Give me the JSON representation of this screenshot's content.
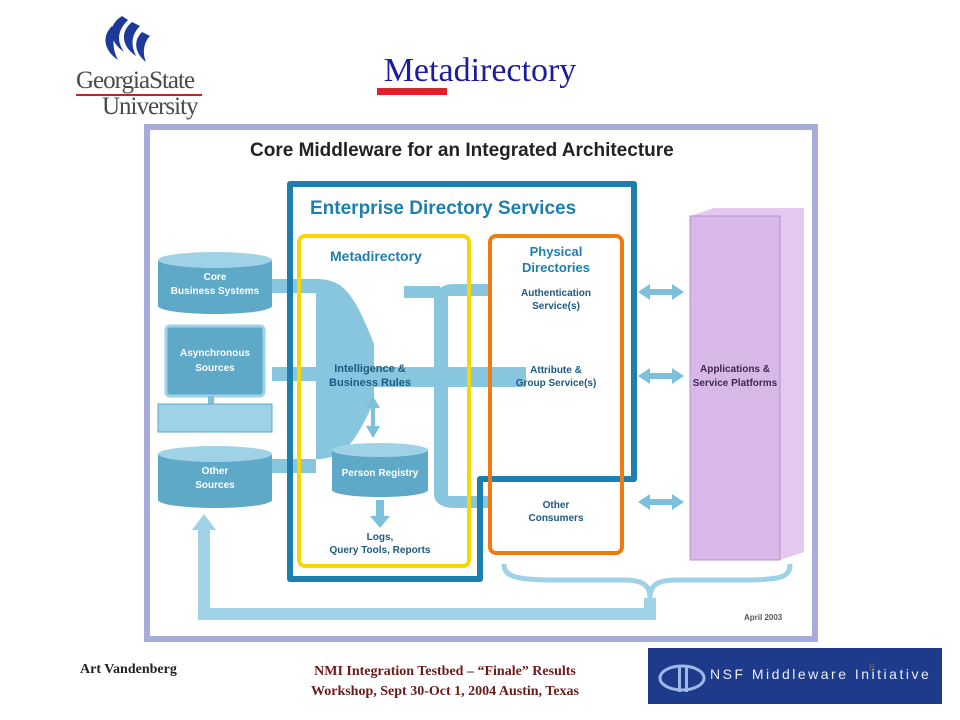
{
  "logo": {
    "line1": "GeorgiaState",
    "line2": "University"
  },
  "slide": {
    "title": "Metadirectory"
  },
  "diagram": {
    "title": "Core Middleware for an Integrated Architecture",
    "enterprise_label": "Enterprise Directory Services",
    "metadirectory_label": "Metadirectory",
    "physical_label_1": "Physical",
    "physical_label_2": "Directories",
    "sources": {
      "core_1": "Core",
      "core_2": "Business Systems",
      "async_1": "Asynchronous",
      "async_2": "Sources",
      "other_1": "Other",
      "other_2": "Sources"
    },
    "intelligence_1": "Intelligence &",
    "intelligence_2": "Business Rules",
    "person_registry": "Person Registry",
    "logs_1": "Logs,",
    "logs_2": "Query Tools, Reports",
    "auth_1": "Authentication",
    "auth_2": "Service(s)",
    "attr_1": "Attribute &",
    "attr_2": "Group Service(s)",
    "other_consumers_1": "Other",
    "other_consumers_2": "Consumers",
    "apps_1": "Applications &",
    "apps_2": "Service Platforms",
    "date": "April 2003"
  },
  "footer": {
    "author": "Art Vandenberg",
    "event_line1": "NMI Integration Testbed – “Finale” Results",
    "event_line2": "Workshop, Sept 30-Oct 1, 2004 Austin, Texas",
    "page_number": "8",
    "nmi_banner": "NSF Middleware Initiative"
  },
  "colors": {
    "title_blue": "#1c1c9c",
    "accent_red": "#e0202c",
    "enterprise_blue": "#1d7fae",
    "metadirectory_yellow": "#f5d800",
    "physical_orange": "#f07a12",
    "apps_purple": "#d8b8e8",
    "banner_blue": "#1e3a8a"
  }
}
